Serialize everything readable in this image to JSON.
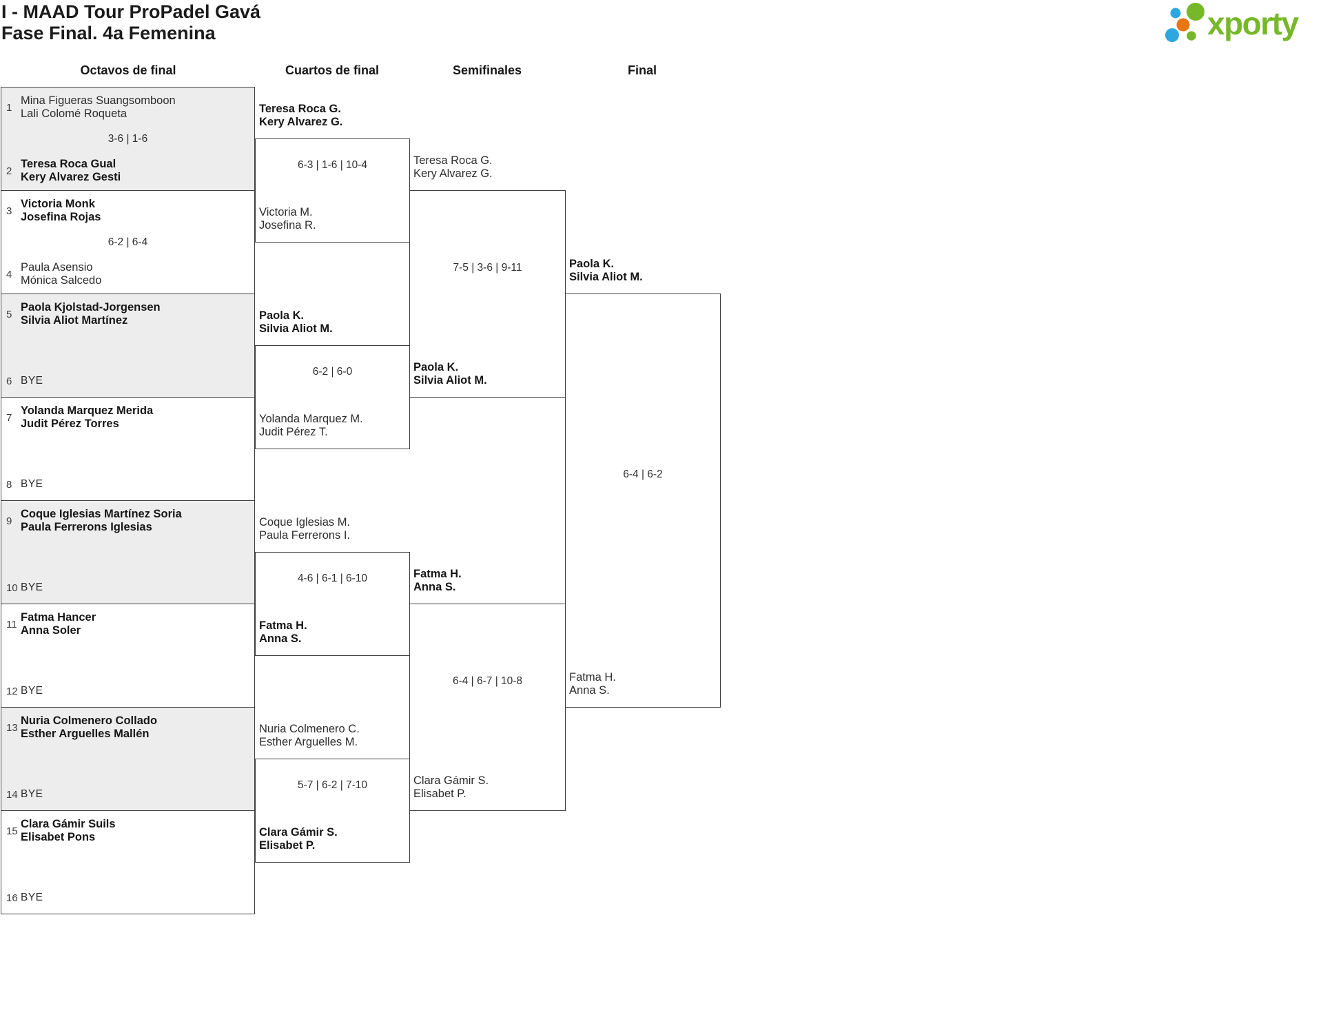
{
  "header": {
    "title": "I - MAAD Tour ProPadel Gavá",
    "subtitle": "Fase Final. 4a Femenina"
  },
  "logo": {
    "brand": "xporty"
  },
  "colors": {
    "brand_green": "#76b82a",
    "brand_blue": "#2da7e0",
    "brand_orange": "#e87613",
    "box_gray": "#ededed",
    "border": "#3f3f3f"
  },
  "round_headers": {
    "r16": "Octavos de final",
    "qf": "Cuartos de final",
    "sf": "Semifinales",
    "f": "Final"
  },
  "bye_text": "BYE",
  "r16": [
    {
      "seed_a": "1",
      "a1": "Mina Figueras Suangsomboon",
      "a2": "Lali Colomé Roqueta",
      "a_winner": false,
      "score": "3-6 | 1-6",
      "seed_b": "2",
      "b1": "Teresa Roca Gual",
      "b2": "Kery Alvarez Gesti",
      "b_winner": true
    },
    {
      "seed_a": "3",
      "a1": "Victoria Monk",
      "a2": "Josefina Rojas",
      "a_winner": true,
      "score": "6-2 | 6-4",
      "seed_b": "4",
      "b1": "Paula Asensio",
      "b2": "Mónica Salcedo",
      "b_winner": false
    },
    {
      "seed_a": "5",
      "a1": "Paola Kjolstad-Jorgensen",
      "a2": "Silvia Aliot Martínez",
      "a_winner": true,
      "seed_b": "6",
      "bye": "BYE"
    },
    {
      "seed_a": "7",
      "a1": "Yolanda Marquez Merida",
      "a2": "Judit Pérez Torres",
      "a_winner": true,
      "seed_b": "8",
      "bye": "BYE"
    },
    {
      "seed_a": "9",
      "a1": "Coque Iglesias Martínez Soria",
      "a2": "Paula Ferrerons Iglesias",
      "a_winner": true,
      "seed_b": "10",
      "bye": "BYE"
    },
    {
      "seed_a": "11",
      "a1": "Fatma Hancer",
      "a2": "Anna Soler",
      "a_winner": true,
      "seed_b": "12",
      "bye": "BYE"
    },
    {
      "seed_a": "13",
      "a1": "Nuria Colmenero Collado",
      "a2": "Esther Arguelles Mallén",
      "a_winner": true,
      "seed_b": "14",
      "bye": "BYE"
    },
    {
      "seed_a": "15",
      "a1": "Clara Gámir Suils",
      "a2": "Elisabet Pons",
      "a_winner": true,
      "seed_b": "16",
      "bye": "BYE"
    }
  ],
  "qf": [
    {
      "top1": "Teresa Roca G.",
      "top2": "Kery Alvarez G.",
      "top_winner": true,
      "score": "6-3 | 1-6 | 10-4",
      "bot1": "Victoria M.",
      "bot2": "Josefina R.",
      "bot_winner": false
    },
    {
      "top1": "Paola K.",
      "top2": "Silvia Aliot M.",
      "top_winner": true,
      "score": "6-2 | 6-0",
      "bot1": "Yolanda Marquez M.",
      "bot2": "Judit Pérez T.",
      "bot_winner": false
    },
    {
      "top1": "Coque Iglesias M.",
      "top2": "Paula Ferrerons I.",
      "top_winner": false,
      "score": "4-6 | 6-1 | 6-10",
      "bot1": "Fatma H.",
      "bot2": "Anna S.",
      "bot_winner": true
    },
    {
      "top1": "Nuria Colmenero C.",
      "top2": "Esther Arguelles M.",
      "top_winner": false,
      "score": "5-7 | 6-2 | 7-10",
      "bot1": "Clara Gámir S.",
      "bot2": "Elisabet P.",
      "bot_winner": true
    }
  ],
  "sf": [
    {
      "top1": "Teresa Roca G.",
      "top2": "Kery Alvarez G.",
      "top_winner": false,
      "score": "7-5 | 3-6 | 9-11",
      "bot1": "Paola K.",
      "bot2": "Silvia Aliot M.",
      "bot_winner": true
    },
    {
      "top1": "Fatma H.",
      "top2": "Anna S.",
      "top_winner": true,
      "score": "6-4 | 6-7 | 10-8",
      "bot1": "Clara Gámir S.",
      "bot2": "Elisabet P.",
      "bot_winner": false
    }
  ],
  "final": {
    "top1": "Paola K.",
    "top2": "Silvia Aliot M.",
    "top_winner": true,
    "score": "6-4 | 6-2",
    "bot1": "Fatma H.",
    "bot2": "Anna S.",
    "bot_winner": false
  }
}
